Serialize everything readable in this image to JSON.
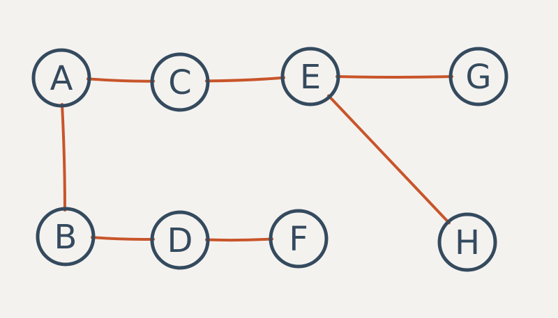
{
  "colors": {
    "background": "#f4f2ef",
    "node_stroke": "#344a5e",
    "edge_stroke": "#c8552a"
  },
  "nodes": [
    {
      "id": "A",
      "label": "A"
    },
    {
      "id": "B",
      "label": "B"
    },
    {
      "id": "C",
      "label": "C"
    },
    {
      "id": "D",
      "label": "D"
    },
    {
      "id": "E",
      "label": "E"
    },
    {
      "id": "F",
      "label": "F"
    },
    {
      "id": "G",
      "label": "G"
    },
    {
      "id": "H",
      "label": "H"
    }
  ],
  "edges": [
    {
      "from": "A",
      "to": "C"
    },
    {
      "from": "C",
      "to": "E"
    },
    {
      "from": "E",
      "to": "G"
    },
    {
      "from": "A",
      "to": "B"
    },
    {
      "from": "B",
      "to": "D"
    },
    {
      "from": "D",
      "to": "F"
    },
    {
      "from": "E",
      "to": "H"
    }
  ]
}
